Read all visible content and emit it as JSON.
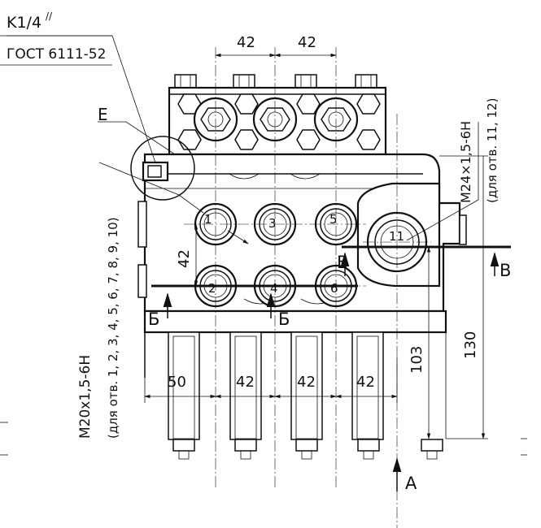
{
  "thread_callout": {
    "size": "K1/4",
    "taper_mark": "//",
    "standard": "ГОСТ 6111-52"
  },
  "detail_label": "E",
  "left_thread_note": {
    "line1": "M20x1,5-6H",
    "line2": "(для отв. 1, 2, 3, 4, 5, 6, 7, 8, 9, 10)"
  },
  "right_thread_note": {
    "line1": "M24×1,5-6H",
    "line2": "(для отв. 11, 12)"
  },
  "port_numbers": [
    "1",
    "2",
    "3",
    "4",
    "5",
    "6",
    "11"
  ],
  "section_letters": {
    "b_left": "Б",
    "b_center": "Б",
    "v_left": "В",
    "v_right": "В",
    "view_a": "А"
  },
  "dimensions": {
    "top_left": "42",
    "top_right": "42",
    "vertical_ports": "42",
    "bottom": [
      "50",
      "42",
      "42",
      "42"
    ],
    "height_103": "103",
    "height_130": "130"
  }
}
